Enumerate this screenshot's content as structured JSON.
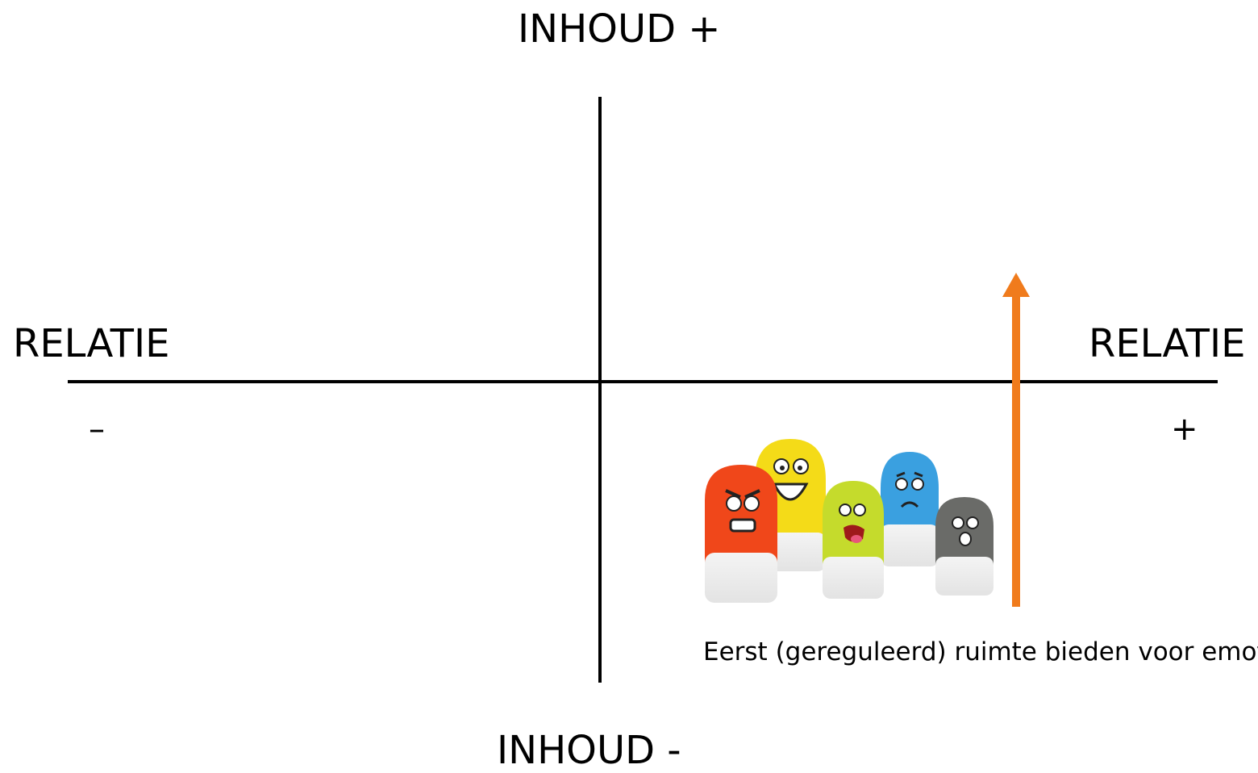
{
  "diagram": {
    "axis_top": "INHOUD +",
    "axis_bottom": "INHOUD -",
    "axis_left": "RELATIE",
    "axis_right": "RELATIE",
    "left_sign": "–",
    "right_sign": "+",
    "caption": "Eerst (gereguleerd) ruimte bieden voor emoties",
    "arrow_color": "#F07B1C"
  },
  "figures": {
    "description_icon": "emotion-figurines-image",
    "colors": [
      "#F0471A",
      "#F4DB18",
      "#C5DB2C",
      "#3AA0E0",
      "#6A6B68"
    ]
  }
}
